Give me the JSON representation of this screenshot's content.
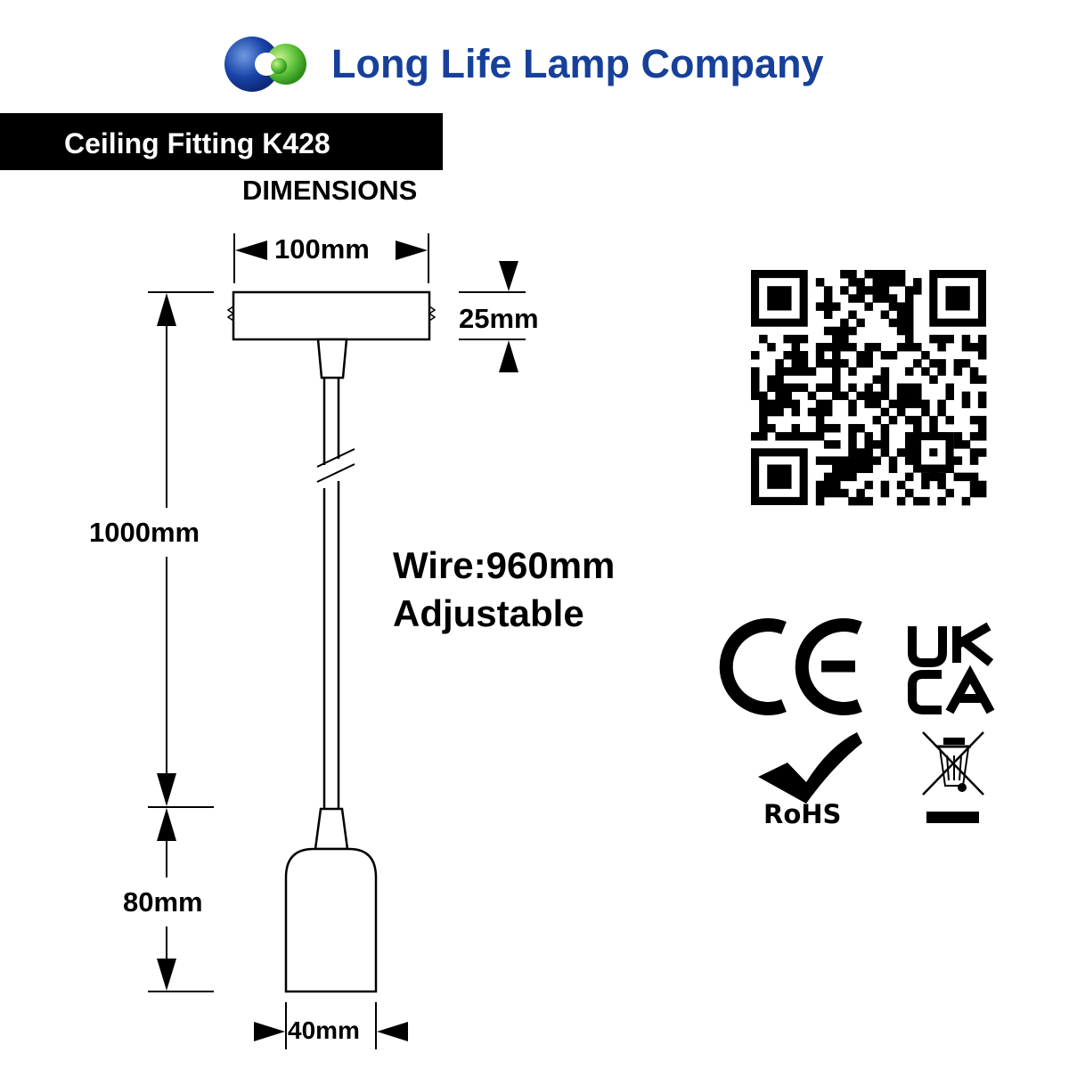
{
  "header": {
    "company_name": "Long Life Lamp Company",
    "logo": "three-circles-logo",
    "brand_color": "#16409a"
  },
  "product": {
    "title": "Ceiling Fitting K428",
    "section_label": "DIMENSIONS"
  },
  "dimensions": {
    "canopy_width": "100mm",
    "canopy_height": "25mm",
    "overall_drop": "1000mm",
    "holder_height": "80mm",
    "holder_width": "40mm"
  },
  "wire_note": {
    "line1": "Wire:960mm",
    "line2": "Adjustable"
  },
  "certifications": {
    "ce": "CE",
    "ukca_line1": "UK",
    "ukca_line2": "CA",
    "rohs": "RoHS",
    "weee": "weee-bin-icon"
  },
  "qr": "qr-code"
}
